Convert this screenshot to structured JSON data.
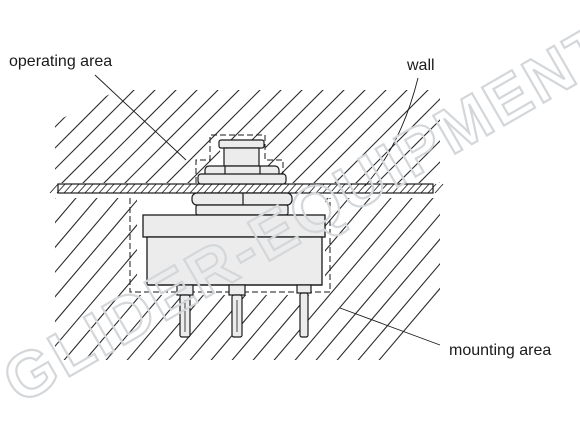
{
  "labels": {
    "operating_area": "operating area",
    "wall": "wall",
    "mounting_area": "mounting area"
  },
  "watermark": "GLIDER-EQUIPMENT",
  "colors": {
    "line": "#1a1a1a",
    "hatch": "#2b2b2b",
    "switch_fill": "#ececec",
    "watermark": "#d4d7da"
  }
}
